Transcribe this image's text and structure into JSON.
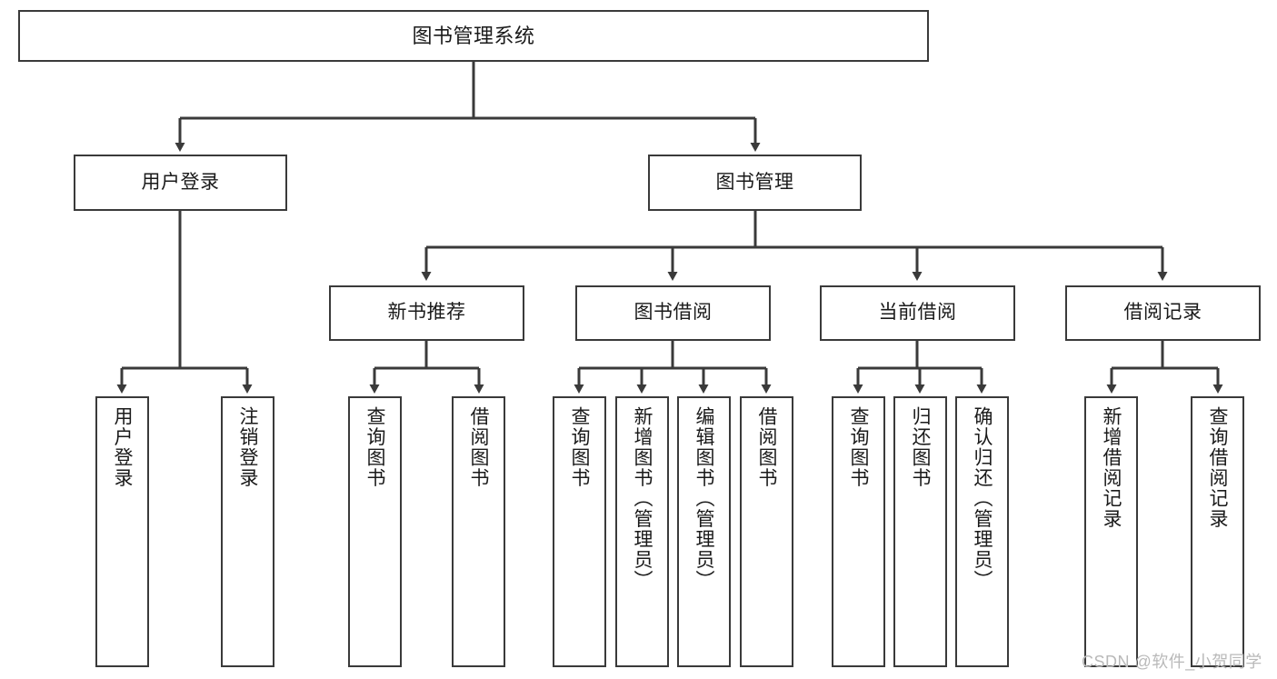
{
  "diagram": {
    "title": "图书管理系统",
    "type": "tree-hierarchy-diagram",
    "colors": {
      "box_border": "#3a3a3a",
      "box_fill": "#ffffff",
      "edge": "#3a3a3a",
      "text": "#1a1a1a",
      "watermark": "#b9b9b9"
    },
    "levels": {
      "root": {
        "label": "图书管理系统"
      },
      "level2": [
        {
          "id": "user-login",
          "label": "用户登录"
        },
        {
          "id": "book-management",
          "label": "图书管理"
        }
      ],
      "level3": [
        {
          "id": "new-book-recommend",
          "label": "新书推荐"
        },
        {
          "id": "book-borrow",
          "label": "图书借阅"
        },
        {
          "id": "current-borrow",
          "label": "当前借阅"
        },
        {
          "id": "borrow-record",
          "label": "借阅记录"
        }
      ],
      "leaves": {
        "user-login": [
          {
            "id": "leaf-user-login",
            "label": "用户登录"
          },
          {
            "id": "leaf-logout",
            "label": "注销登录"
          }
        ],
        "new-book-recommend": [
          {
            "id": "leaf-query-book-1",
            "label": "查询图书"
          },
          {
            "id": "leaf-borrow-book-1",
            "label": "借阅图书"
          }
        ],
        "book-borrow": [
          {
            "id": "leaf-query-book-2",
            "label": "查询图书"
          },
          {
            "id": "leaf-add-book",
            "label": "新增图书（管理员）"
          },
          {
            "id": "leaf-edit-book",
            "label": "编辑图书（管理员）"
          },
          {
            "id": "leaf-borrow-book-2",
            "label": "借阅图书"
          }
        ],
        "current-borrow": [
          {
            "id": "leaf-query-book-3",
            "label": "查询图书"
          },
          {
            "id": "leaf-return-book",
            "label": "归还图书"
          },
          {
            "id": "leaf-confirm-return",
            "label": "确认归还（管理员）"
          }
        ],
        "borrow-record": [
          {
            "id": "leaf-add-record",
            "label": "新增借阅记录"
          },
          {
            "id": "leaf-query-record",
            "label": "查询借阅记录"
          }
        ]
      }
    }
  },
  "watermark": {
    "text": "CSDN @软件_小贺同学"
  }
}
